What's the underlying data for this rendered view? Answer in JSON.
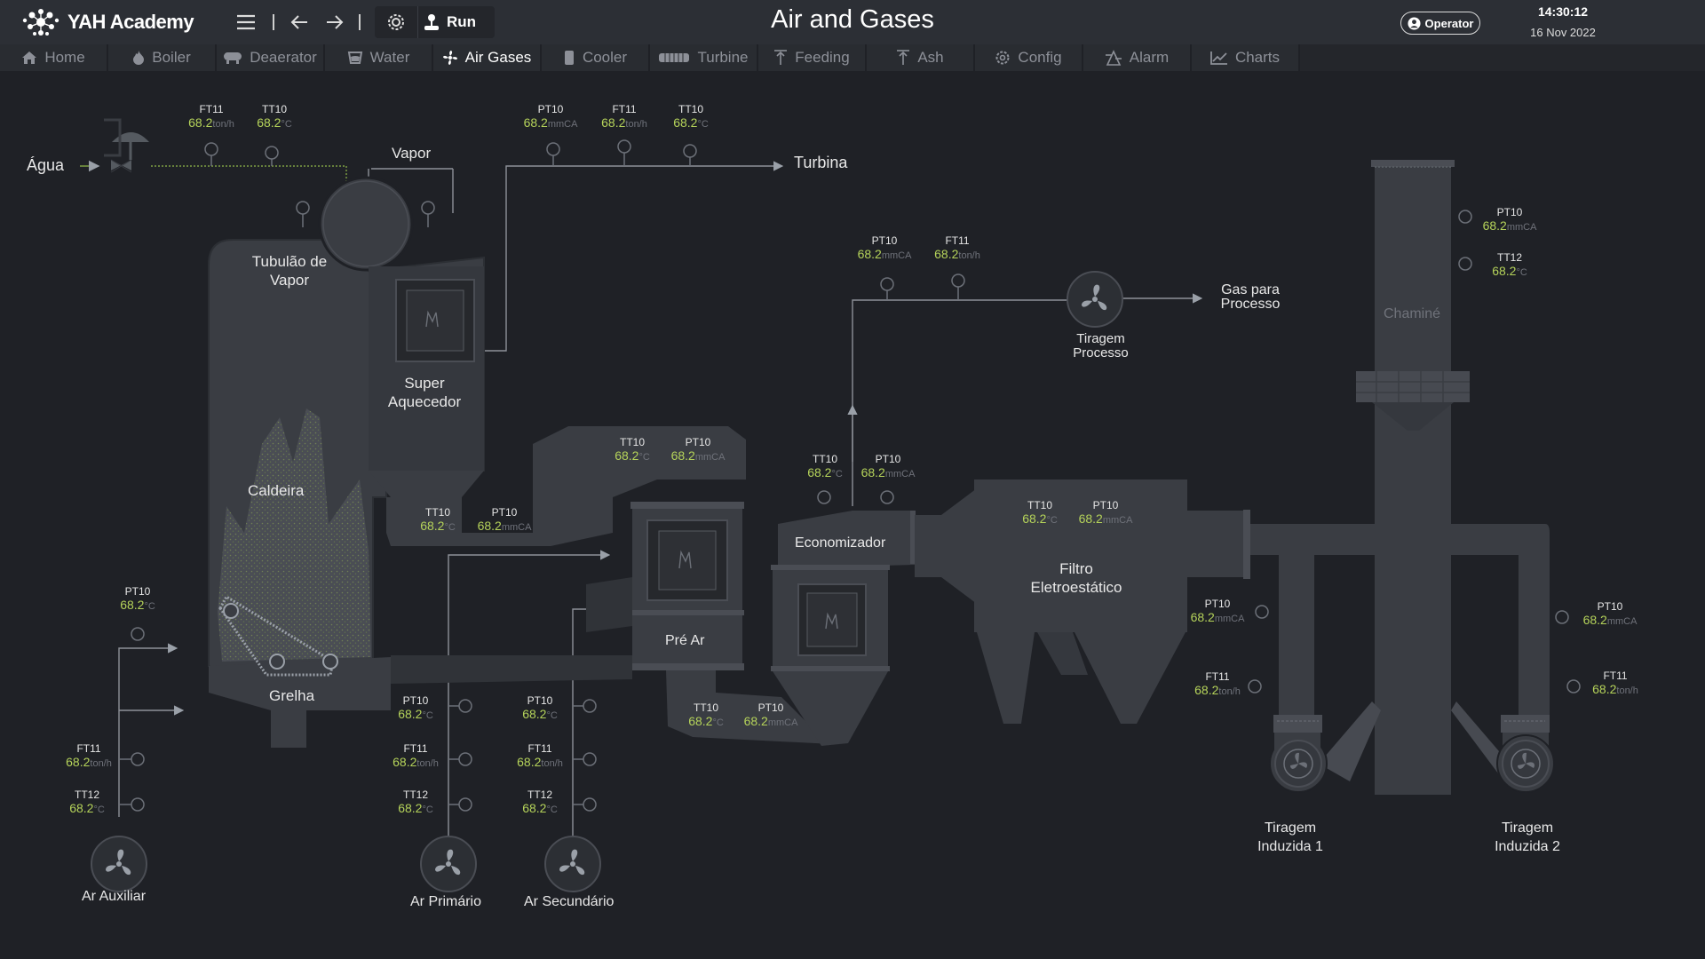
{
  "app": {
    "name": "YAH Academy",
    "title": "Air and Gases"
  },
  "toolbar": {
    "run_label": "Run"
  },
  "user": {
    "role": "Operator"
  },
  "clock": {
    "time": "14:30:12",
    "date": "16 Nov 2022"
  },
  "tabs": [
    {
      "label": "Home",
      "icon": "home-icon"
    },
    {
      "label": "Boiler",
      "icon": "flame-icon"
    },
    {
      "label": "Deaerator",
      "icon": "tank-icon"
    },
    {
      "label": "Water",
      "icon": "water-icon"
    },
    {
      "label": "Air Gases",
      "icon": "fan-icon",
      "active": true
    },
    {
      "label": "Cooler",
      "icon": "cooler-icon"
    },
    {
      "label": "Turbine",
      "icon": "turbine-icon"
    },
    {
      "label": "Feeding",
      "icon": "feeding-icon"
    },
    {
      "label": "Ash",
      "icon": "ash-icon"
    },
    {
      "label": "Config",
      "icon": "gear-icon"
    },
    {
      "label": "Alarm",
      "icon": "alarm-icon"
    },
    {
      "label": "Charts",
      "icon": "chart-icon"
    }
  ],
  "labels": {
    "agua": "Água",
    "vapor": "Vapor",
    "turbina": "Turbina",
    "tubulao": "Tubulão de Vapor",
    "super": "Super Aquecedor",
    "caldeira": "Caldeira",
    "grelha": "Grelha",
    "pre_ar": "Pré Ar",
    "economizador": "Economizador",
    "filtro": "Filtro Eletroestático",
    "gas_processo": "Gas para Processo",
    "tiragem_processo": "Tiragem Processo",
    "chamine": "Chaminé",
    "tiragem_1": "Tiragem Induzida 1",
    "tiragem_2": "Tiragem Induzida 2",
    "ar_auxiliar": "Ar Auxiliar",
    "ar_primario": "Ar Primário",
    "ar_secundario": "Ar Secundário"
  },
  "instruments": [
    {
      "tag": "FT11",
      "value": "68.2",
      "unit": "ton/h"
    },
    {
      "tag": "TT10",
      "value": "68.2",
      "unit": "°C"
    },
    {
      "tag": "PT10",
      "value": "68.2",
      "unit": "mmCA"
    },
    {
      "tag": "FT11",
      "value": "68.2",
      "unit": "ton/h"
    },
    {
      "tag": "TT10",
      "value": "68.2",
      "unit": "°C"
    },
    {
      "tag": "PT10",
      "value": "68.2",
      "unit": "mmCA"
    },
    {
      "tag": "FT11",
      "value": "68.2",
      "unit": "ton/h"
    },
    {
      "tag": "PT10",
      "value": "68.2",
      "unit": "mmCA"
    },
    {
      "tag": "TT12",
      "value": "68.2",
      "unit": "°C"
    },
    {
      "tag": "TT10",
      "value": "68.2",
      "unit": "°C"
    },
    {
      "tag": "PT10",
      "value": "68.2",
      "unit": "mmCA"
    },
    {
      "tag": "TT10",
      "value": "68.2",
      "unit": "°C"
    },
    {
      "tag": "PT10",
      "value": "68.2",
      "unit": "mmCA"
    },
    {
      "tag": "TT10",
      "value": "68.2",
      "unit": "°C"
    },
    {
      "tag": "PT10",
      "value": "68.2",
      "unit": "mmCA"
    },
    {
      "tag": "TT10",
      "value": "68.2",
      "unit": "°C"
    },
    {
      "tag": "PT10",
      "value": "68.2",
      "unit": "mmCA"
    },
    {
      "tag": "PT10",
      "value": "68.2",
      "unit": "°C"
    },
    {
      "tag": "PT10",
      "value": "68.2",
      "unit": "°C"
    },
    {
      "tag": "PT10",
      "value": "68.2",
      "unit": "°C"
    },
    {
      "tag": "TT10",
      "value": "68.2",
      "unit": "°C"
    },
    {
      "tag": "PT10",
      "value": "68.2",
      "unit": "mmCA"
    },
    {
      "tag": "PT10",
      "value": "68.2",
      "unit": "mmCA"
    },
    {
      "tag": "FT11",
      "value": "68.2",
      "unit": "ton/h"
    },
    {
      "tag": "PT10",
      "value": "68.2",
      "unit": "mmCA"
    },
    {
      "tag": "FT11",
      "value": "68.2",
      "unit": "ton/h"
    },
    {
      "tag": "FT11",
      "value": "68.2",
      "unit": "ton/h"
    },
    {
      "tag": "FT11",
      "value": "68.2",
      "unit": "ton/h"
    },
    {
      "tag": "FT11",
      "value": "68.2",
      "unit": "ton/h"
    },
    {
      "tag": "TT12",
      "value": "68.2",
      "unit": "°C"
    },
    {
      "tag": "TT12",
      "value": "68.2",
      "unit": "°C"
    },
    {
      "tag": "TT12",
      "value": "68.2",
      "unit": "°C"
    }
  ],
  "colors": {
    "background": "#1f2126",
    "equipment": "#3a3d43",
    "value": "#b5d35a",
    "water_line": "#7fa043"
  }
}
